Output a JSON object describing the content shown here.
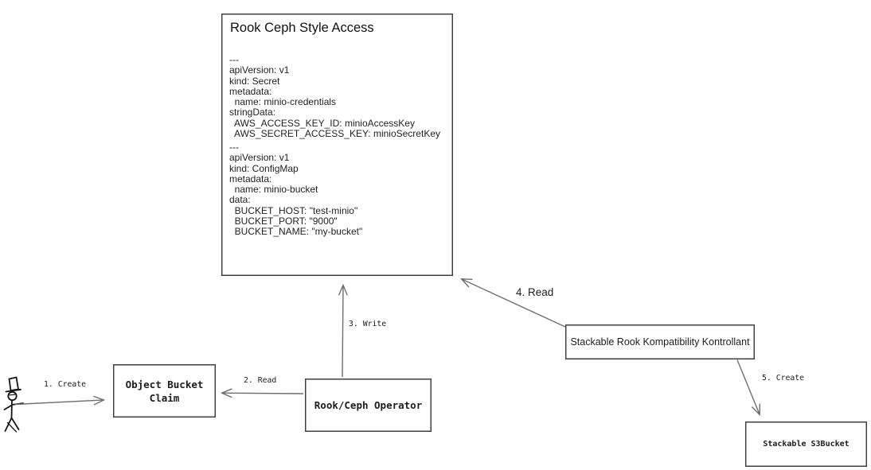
{
  "colors": {
    "background": "#ffffff",
    "box_border": "#3d3d3d",
    "arrow": "#6e6e6e",
    "text": "#1c1c1c"
  },
  "yaml_box": {
    "title": "Rook Ceph Style Access",
    "doc1": [
      "---",
      "apiVersion: v1",
      "kind: Secret",
      "metadata:",
      "  name: minio-credentials",
      "stringData:",
      "  AWS_ACCESS_KEY_ID: minioAccessKey",
      "  AWS_SECRET_ACCESS_KEY: minioSecretKey"
    ],
    "doc2": [
      "---",
      "apiVersion: v1",
      "kind: ConfigMap",
      "metadata:",
      "  name: minio-bucket",
      "data:",
      "  BUCKET_HOST: \"test-minio\"",
      "  BUCKET_PORT: \"9000\"",
      "  BUCKET_NAME: \"my-bucket\""
    ]
  },
  "nodes": {
    "object_bucket_claim": "Object Bucket\nClaim",
    "rook_ceph_operator": "Rook/Ceph Operator",
    "stackable_controller": "Stackable Rook Kompatibility Kontrollant",
    "stackable_s3bucket": "Stackable S3Bucket"
  },
  "arrows": {
    "create1": "1. Create",
    "read2": "2. Read",
    "write3": "3. Write",
    "read4": "4. Read",
    "create5": "5. Create"
  },
  "icons": {
    "actor": "stick-figure-person"
  }
}
